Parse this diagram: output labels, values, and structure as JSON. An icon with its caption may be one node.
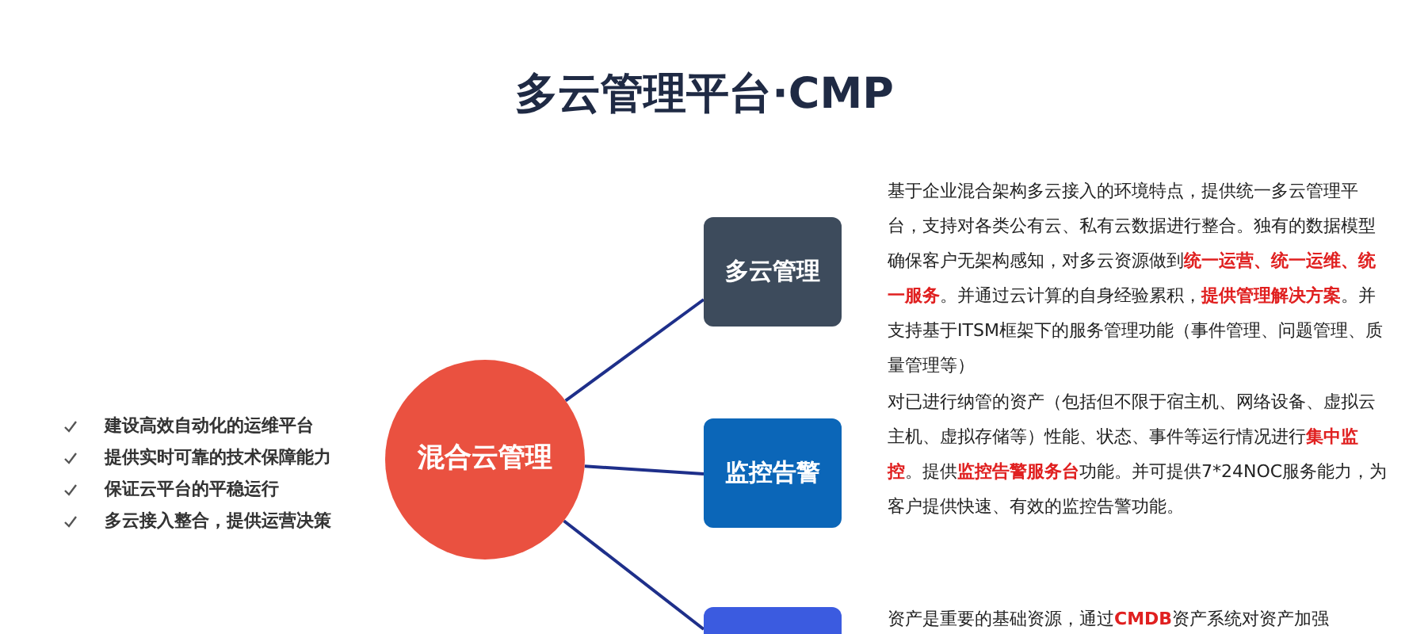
{
  "diagram": {
    "title": "多云管理平台·CMP",
    "nodes": [
      {
        "text": [
          "混合云管理"
        ]
      },
      {
        "text": [
          "多云管理"
        ],
        "beside": [
          "基于企业混合架构多云接入的环境特点，提供统一多云管理平台，支持对各类公有云、私有云数据进行整合。独有的数据模型确保客户无架构感知，对多云资源做到**统一运营、统一运维、统一服务**。并通过云计算的自身经验累积，**提供管理解决方案**。并支持基于ITSM框架下的服务管理功能（事件管理、问题管理、质量管理等）"
        ]
      },
      {
        "text": [
          "监控告警"
        ],
        "beside": [
          "对已进行纳管的资产（包括但不限于宿主机、网络设备、虚拟云主机、虚拟存储等）性能、状态、事件等运行情况进行**集中监控**。提供**监控告警服务台**功能。并可提供7*24NOC服务能力，为客户提供快速、有效的监控告警功能。"
        ]
      },
      {
        "text": [],
        "shape": "box",
        "beside": [
          "资产是重要的基础资源，通过**CMDB**资产系统对资产加强"
        ]
      }
    ],
    "edges": [
      {
        "from": 0,
        "to": 1,
        "arrow": "none"
      },
      {
        "from": 0,
        "to": 2,
        "arrow": "none"
      },
      {
        "from": 0,
        "to": 3,
        "arrow": "none"
      }
    ],
    "labels": [
      "建设高效自动化的运维平台",
      "提供实时可靠的技术保障能力",
      "保证云平台的平稳运行",
      "多云接入整合，提供运营决策"
    ]
  }
}
